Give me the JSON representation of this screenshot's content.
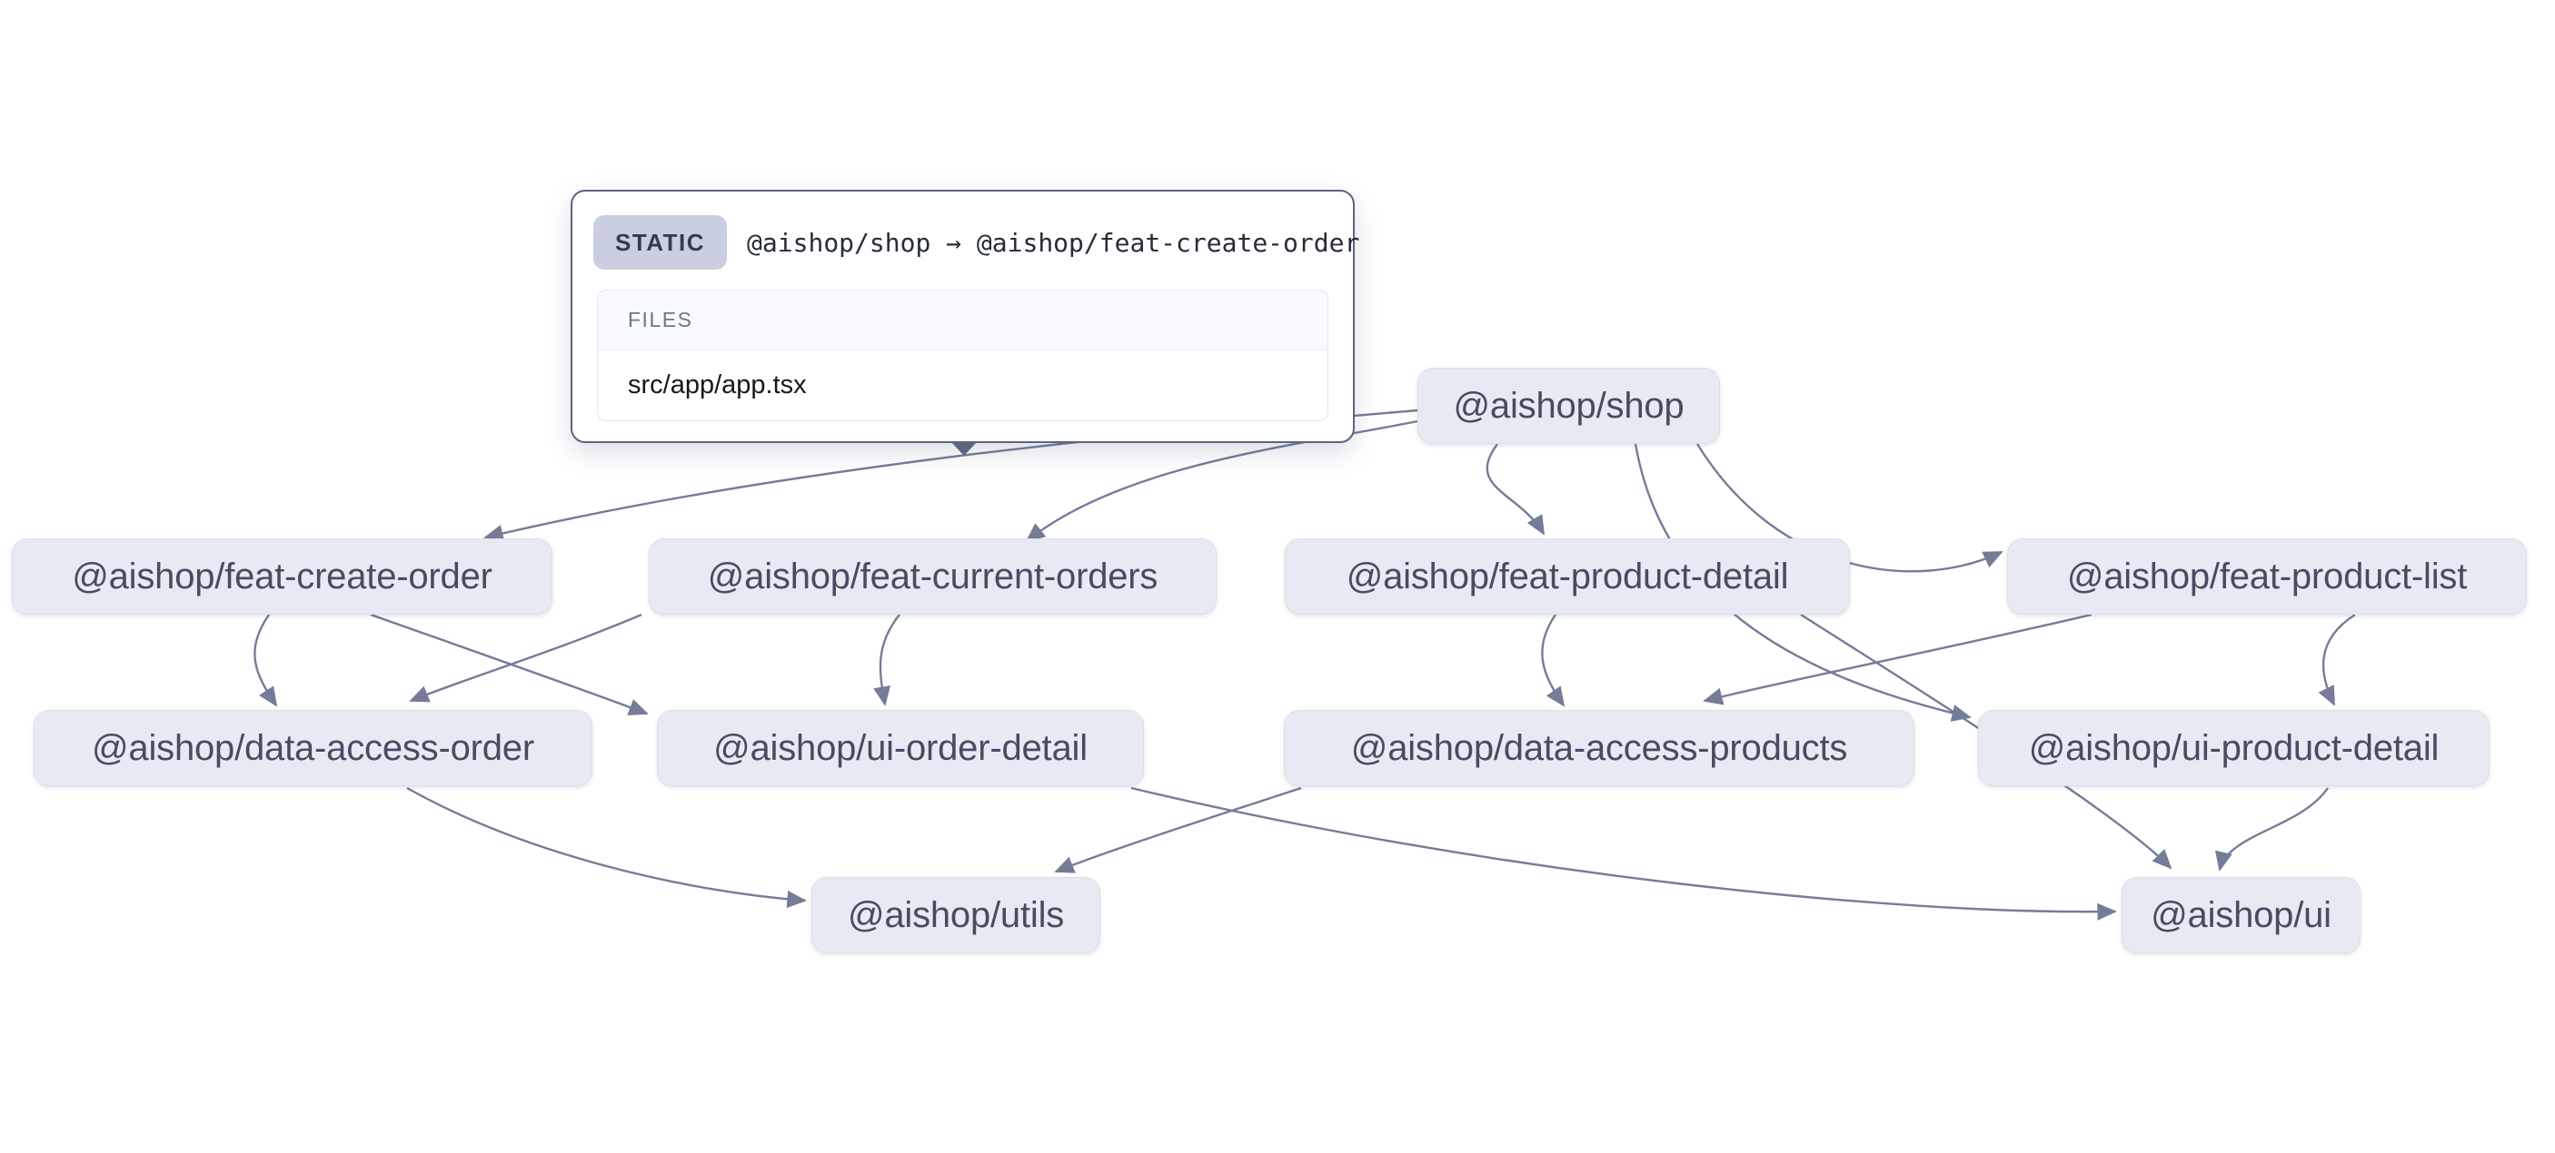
{
  "graph": {
    "nodes": [
      {
        "id": "shop",
        "label": "@aishop/shop"
      },
      {
        "id": "feat-create-order",
        "label": "@aishop/feat-create-order"
      },
      {
        "id": "feat-current-orders",
        "label": "@aishop/feat-current-orders"
      },
      {
        "id": "feat-product-detail",
        "label": "@aishop/feat-product-detail"
      },
      {
        "id": "feat-product-list",
        "label": "@aishop/feat-product-list"
      },
      {
        "id": "data-access-order",
        "label": "@aishop/data-access-order"
      },
      {
        "id": "ui-order-detail",
        "label": "@aishop/ui-order-detail"
      },
      {
        "id": "data-access-products",
        "label": "@aishop/data-access-products"
      },
      {
        "id": "ui-product-detail",
        "label": "@aishop/ui-product-detail"
      },
      {
        "id": "utils",
        "label": "@aishop/utils"
      },
      {
        "id": "ui",
        "label": "@aishop/ui"
      }
    ],
    "edges": [
      {
        "source": "shop",
        "target": "feat-create-order",
        "type": "static",
        "hovered": true
      },
      {
        "source": "shop",
        "target": "feat-current-orders",
        "type": "static"
      },
      {
        "source": "shop",
        "target": "feat-product-detail",
        "type": "static"
      },
      {
        "source": "shop",
        "target": "feat-product-list",
        "type": "static"
      },
      {
        "source": "shop",
        "target": "ui-product-detail",
        "type": "static"
      },
      {
        "source": "feat-create-order",
        "target": "data-access-order",
        "type": "static"
      },
      {
        "source": "feat-create-order",
        "target": "ui-order-detail",
        "type": "static"
      },
      {
        "source": "feat-current-orders",
        "target": "data-access-order",
        "type": "static"
      },
      {
        "source": "feat-current-orders",
        "target": "ui-order-detail",
        "type": "static"
      },
      {
        "source": "feat-product-detail",
        "target": "data-access-products",
        "type": "static"
      },
      {
        "source": "feat-product-detail",
        "target": "ui",
        "type": "static"
      },
      {
        "source": "feat-product-list",
        "target": "data-access-products",
        "type": "static"
      },
      {
        "source": "feat-product-list",
        "target": "ui-product-detail",
        "type": "static"
      },
      {
        "source": "data-access-order",
        "target": "utils",
        "type": "static"
      },
      {
        "source": "data-access-products",
        "target": "utils",
        "type": "static"
      },
      {
        "source": "ui-order-detail",
        "target": "ui",
        "type": "static"
      },
      {
        "source": "ui-product-detail",
        "target": "ui",
        "type": "static"
      }
    ]
  },
  "tooltip": {
    "badge": "STATIC",
    "title": "@aishop/shop → @aishop/feat-create-order",
    "files_header": "FILES",
    "files": [
      "src/app/app.tsx"
    ]
  },
  "colors": {
    "edge": "#757c97",
    "node_bg": "#e8eaf3",
    "node_text": "#464d62",
    "tooltip_border": "#5d6480",
    "badge_bg": "#c9cee0"
  }
}
